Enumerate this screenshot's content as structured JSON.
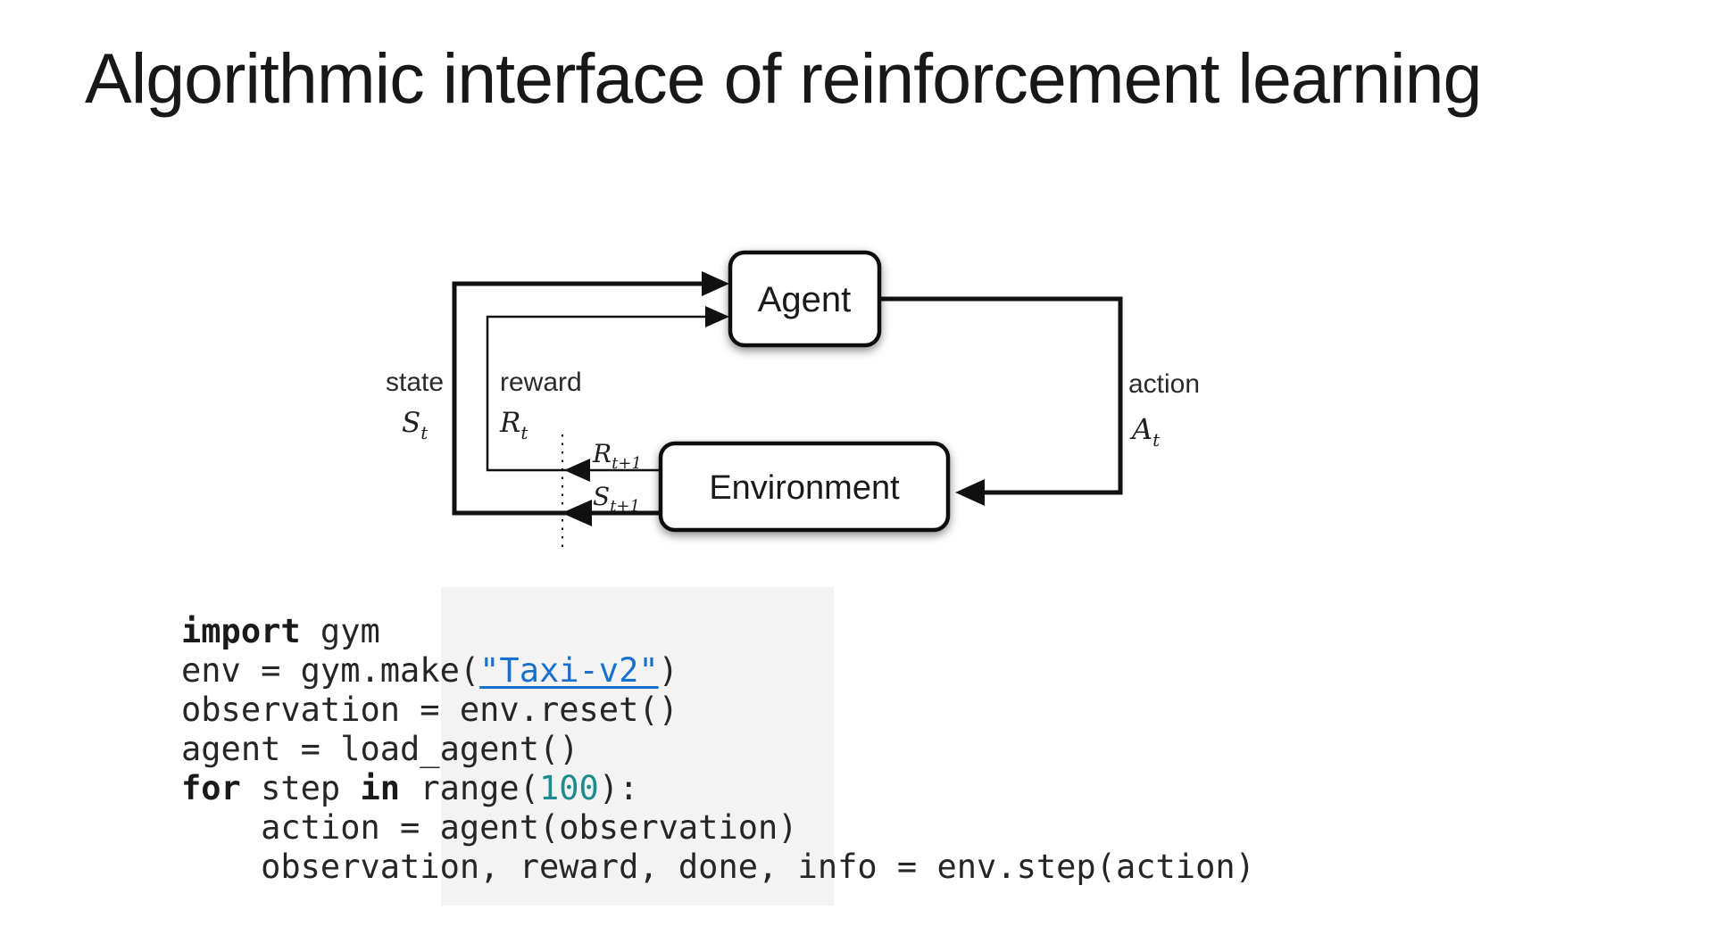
{
  "slide": {
    "title": "Algorithmic interface of reinforcement learning"
  },
  "diagram": {
    "agent_label": "Agent",
    "environment_label": "Environment",
    "state_label": "state",
    "reward_label": "reward",
    "action_label": "action",
    "math": {
      "s_t": {
        "base": "S",
        "sub": "t"
      },
      "r_t": {
        "base": "R",
        "sub": "t"
      },
      "a_t": {
        "base": "A",
        "sub": "t"
      },
      "r_t1": {
        "base": "R",
        "sub": "t+1"
      },
      "s_t1": {
        "base": "S",
        "sub": "t+1"
      }
    }
  },
  "code": {
    "lines": [
      {
        "tokens": [
          {
            "text": "import",
            "style": "kw"
          },
          {
            "text": " gym",
            "style": "plain"
          }
        ]
      },
      {
        "tokens": [
          {
            "text": "env = gym.make(",
            "style": "plain"
          },
          {
            "text": "\"Taxi-v2\"",
            "style": "link"
          },
          {
            "text": ")",
            "style": "plain"
          }
        ]
      },
      {
        "tokens": [
          {
            "text": "observation = env.reset()",
            "style": "plain"
          }
        ]
      },
      {
        "tokens": [
          {
            "text": "agent = load_agent()",
            "style": "plain"
          }
        ]
      },
      {
        "tokens": [
          {
            "text": "for",
            "style": "kw"
          },
          {
            "text": " step ",
            "style": "plain"
          },
          {
            "text": "in",
            "style": "kw"
          },
          {
            "text": " range(",
            "style": "plain"
          },
          {
            "text": "100",
            "style": "num"
          },
          {
            "text": "):",
            "style": "plain"
          }
        ]
      },
      {
        "tokens": [
          {
            "text": "    action = agent(observation)",
            "style": "plain"
          }
        ]
      },
      {
        "tokens": [
          {
            "text": "    observation, reward, done, info = env.step(action)",
            "style": "plain"
          }
        ]
      }
    ]
  },
  "colors": {
    "link_blue": "#1a71cc",
    "number_teal": "#1e8c8c",
    "diagram_ink": "#111111"
  }
}
